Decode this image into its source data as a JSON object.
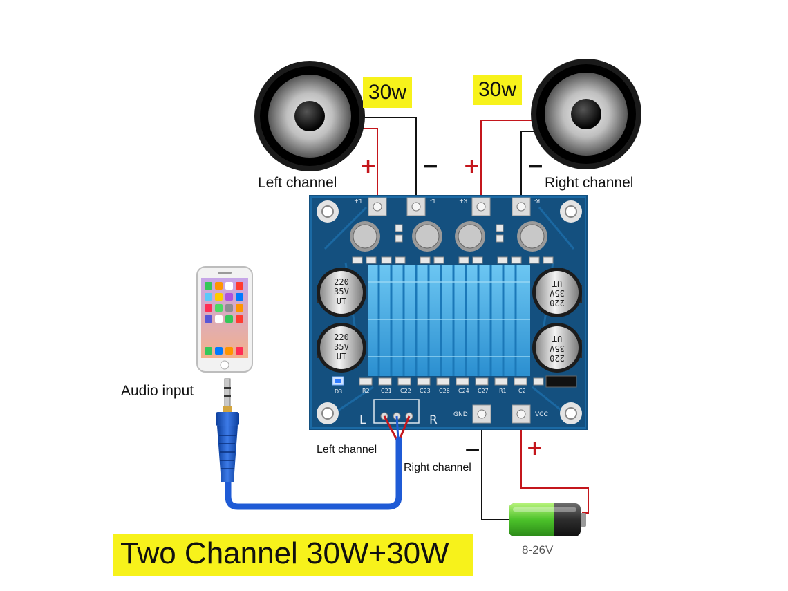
{
  "title": "Two Channel 30W+30W",
  "speakers": {
    "left": {
      "power": "30w",
      "label": "Left channel"
    },
    "right": {
      "power": "30w",
      "label": "Right channel"
    }
  },
  "audio_input": {
    "label": "Audio input",
    "left_wire_label": "Left channel",
    "right_wire_label": "Right channel"
  },
  "battery": {
    "voltage": "8-26V"
  },
  "polarity": {
    "plus": "+",
    "minus": "−"
  },
  "board": {
    "terminals": {
      "l_plus": "L+",
      "l_minus": "L-",
      "r_plus": "R+",
      "r_minus": "R-",
      "gnd": "GND",
      "vcc": "VCC"
    },
    "input_marks": {
      "left": "L",
      "right": "R"
    },
    "led_label": "D3",
    "capacitor_marking": [
      "220",
      "35V",
      "UT"
    ],
    "component_labels": [
      "R2",
      "C21",
      "C22",
      "C23",
      "C26",
      "C24",
      "C27",
      "R1",
      "C2"
    ]
  },
  "colors": {
    "highlight": "#f7f21b",
    "pcb": "#14507f",
    "heatsink": "#3fa9e6",
    "wire_positive": "#c4161c",
    "wire_negative": "#111111",
    "cable": "#1f5bd6"
  }
}
